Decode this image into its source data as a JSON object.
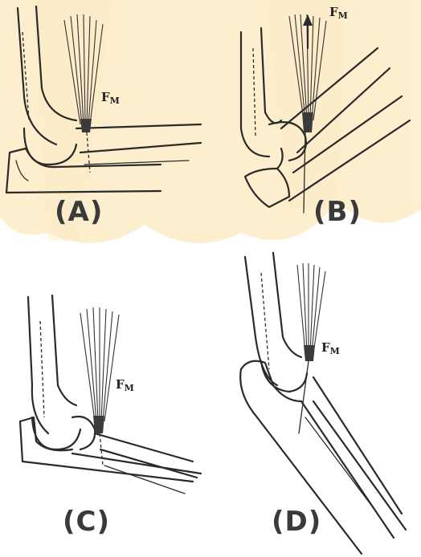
{
  "panels": [
    {
      "label": "(A)",
      "force_label": "F",
      "force_sub": "M"
    },
    {
      "label": "(B)",
      "force_label": "F",
      "force_sub": "M"
    },
    {
      "label": "(C)",
      "force_label": "F",
      "force_sub": "M"
    },
    {
      "label": "(D)",
      "force_label": "F",
      "force_sub": "M"
    }
  ],
  "colors": {
    "watermark": "#fde9b8",
    "ink": "#2a2a2a",
    "label": "#3a3a3a"
  }
}
